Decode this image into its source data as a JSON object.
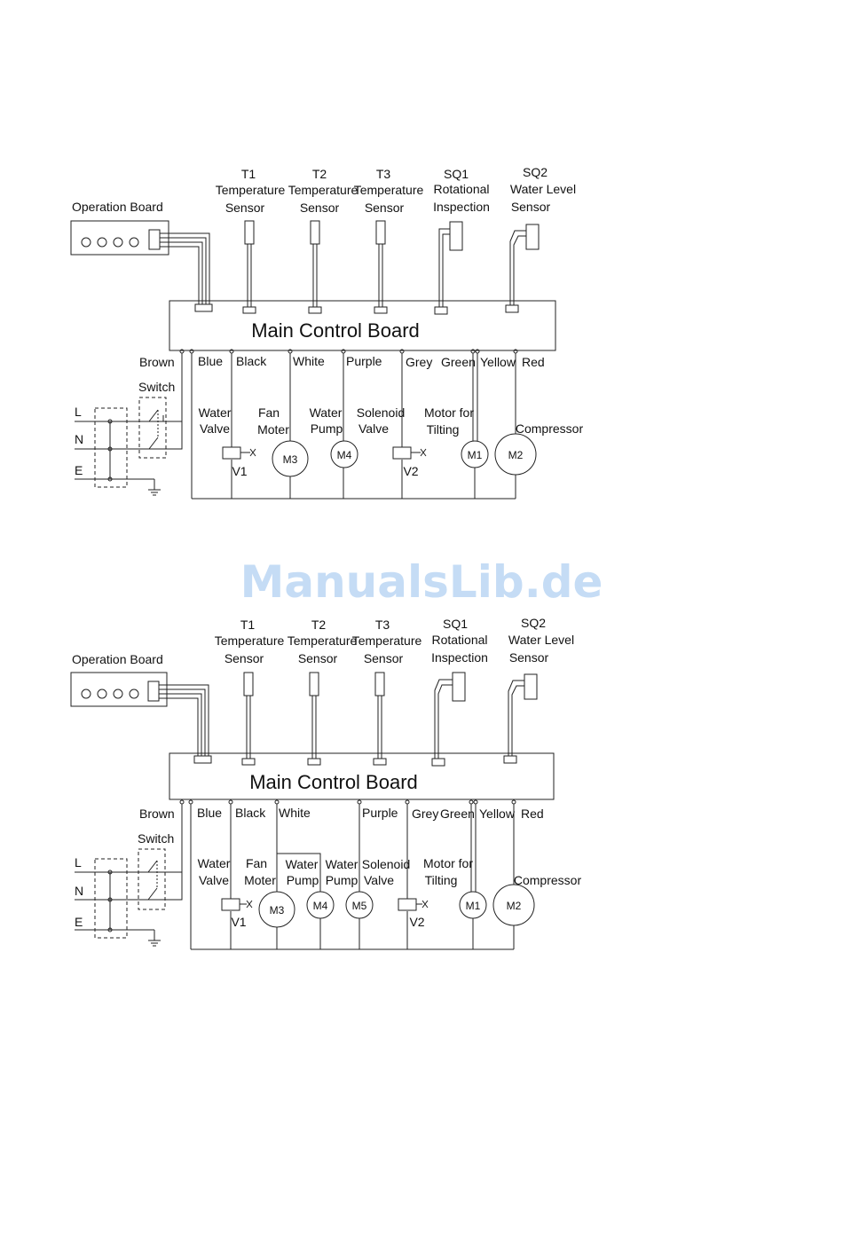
{
  "watermark": "ManualsLib.de",
  "diagram1": {
    "operation_board": "Operation Board",
    "sensors": [
      {
        "id": "T1",
        "l1": "Temperature",
        "l2": "Sensor"
      },
      {
        "id": "T2",
        "l1": "Temperature",
        "l2": "Sensor"
      },
      {
        "id": "T3",
        "l1": "Temperature",
        "l2": "Sensor"
      },
      {
        "id": "SQ1",
        "l1": "Rotational",
        "l2": "Inspection"
      },
      {
        "id": "SQ2",
        "l1": "Water Level",
        "l2": "Sensor"
      }
    ],
    "board": "Main Control Board",
    "wires": [
      "Brown",
      "Blue",
      "Black",
      "White",
      "Purple",
      "Grey",
      "Green",
      "Yellow",
      "Red"
    ],
    "switch": "Switch",
    "mains": [
      "L",
      "N",
      "E"
    ],
    "loads": [
      {
        "l1": "Water",
        "l2": "Valve",
        "tag": "V1"
      },
      {
        "l1": "Fan",
        "l2": "Moter",
        "tag": "M3"
      },
      {
        "l1": "Water",
        "l2": "Pump",
        "tag": "M4"
      },
      {
        "l1": "Solenoid",
        "l2": "Valve",
        "tag": "V2"
      },
      {
        "l1": "Motor for",
        "l2": "Tilting",
        "tag": "M1"
      },
      {
        "l1": "Compressor",
        "l2": "",
        "tag": "M2"
      }
    ]
  },
  "diagram2": {
    "operation_board": "Operation Board",
    "sensors": [
      {
        "id": "T1",
        "l1": "Temperature",
        "l2": "Sensor"
      },
      {
        "id": "T2",
        "l1": "Temperature",
        "l2": "Sensor"
      },
      {
        "id": "T3",
        "l1": "Temperature",
        "l2": "Sensor"
      },
      {
        "id": "SQ1",
        "l1": "Rotational",
        "l2": "Inspection"
      },
      {
        "id": "SQ2",
        "l1": "Water Level",
        "l2": "Sensor"
      }
    ],
    "board": "Main Control Board",
    "wires": [
      "Brown",
      "Blue",
      "Black",
      "White",
      "Purple",
      "Grey",
      "Green",
      "Yellow",
      "Red"
    ],
    "switch": "Switch",
    "mains": [
      "L",
      "N",
      "E"
    ],
    "loads": [
      {
        "l1": "Water",
        "l2": "Valve",
        "tag": "V1"
      },
      {
        "l1": "Fan",
        "l2": "Moter",
        "tag": "M3"
      },
      {
        "l1": "Water",
        "l2": "Pump",
        "tag": "M4"
      },
      {
        "l1": "Water",
        "l2": "Pump",
        "tag": "M5"
      },
      {
        "l1": "Solenoid",
        "l2": "Valve",
        "tag": "V2"
      },
      {
        "l1": "Motor for",
        "l2": "Tilting",
        "tag": "M1"
      },
      {
        "l1": "Compressor",
        "l2": "",
        "tag": "M2"
      }
    ]
  }
}
